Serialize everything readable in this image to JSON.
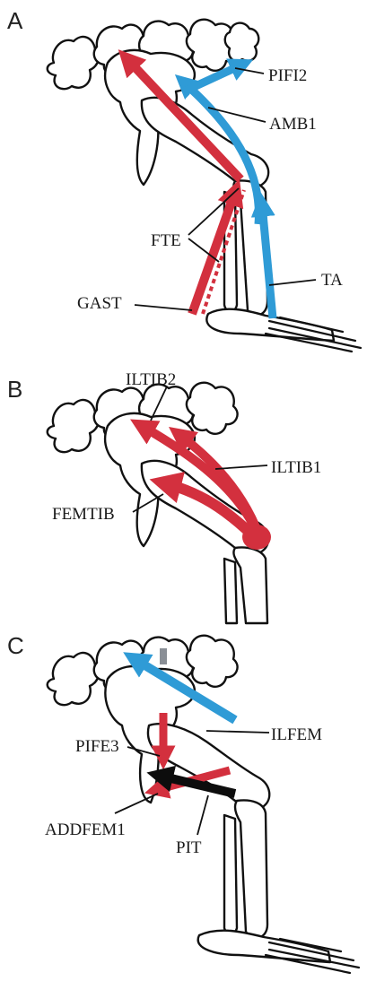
{
  "colors": {
    "red_muscle": "#d3303e",
    "blue_muscle": "#2f9bd6",
    "black_muscle": "#0d0d0d",
    "grey_muscle": "#8a8f96",
    "bone_stroke": "#111111"
  },
  "panels": [
    {
      "letter": "A",
      "labels": {
        "pifi2": "PIFI2",
        "amb1": "AMB1",
        "fte": "FTE",
        "gast": "GAST",
        "ta": "TA"
      }
    },
    {
      "letter": "B",
      "labels": {
        "iltib2": "ILTIB2",
        "iltib1": "ILTIB1",
        "femtib": "FEMTIB"
      }
    },
    {
      "letter": "C",
      "labels": {
        "pife3": "PIFE3",
        "ilfem": "ILFEM",
        "addfem1": "ADDFEM1",
        "pit": "PIT"
      }
    }
  ]
}
